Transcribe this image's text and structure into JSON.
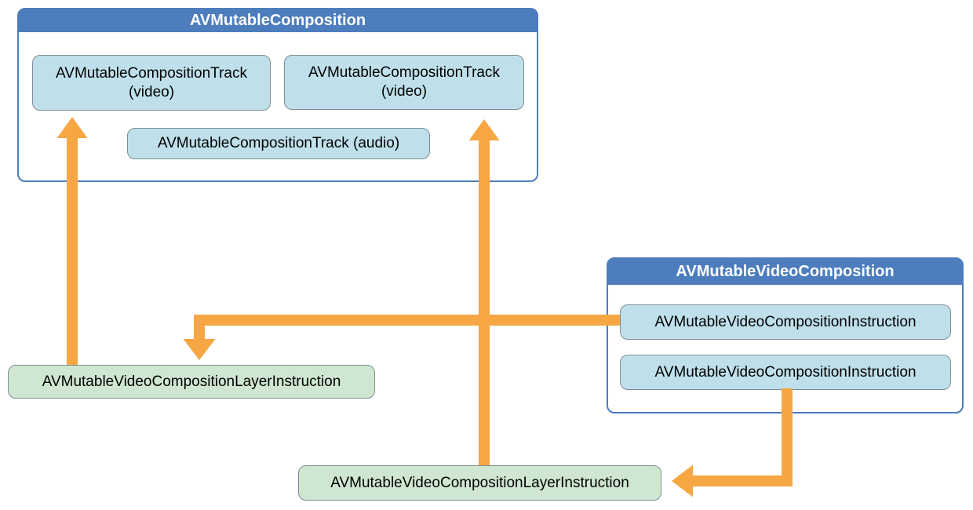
{
  "diagram": {
    "composition": {
      "title": "AVMutableComposition",
      "tracks": [
        {
          "label": "AVMutableCompositionTrack",
          "sublabel": "(video)"
        },
        {
          "label": "AVMutableCompositionTrack",
          "sublabel": "(video)"
        },
        {
          "label": "AVMutableCompositionTrack (audio)"
        }
      ]
    },
    "video_composition": {
      "title": "AVMutableVideoComposition",
      "instructions": [
        {
          "label": "AVMutableVideoCompositionInstruction"
        },
        {
          "label": "AVMutableVideoCompositionInstruction"
        }
      ]
    },
    "layer_instructions": [
      {
        "label": "AVMutableVideoCompositionLayerInstruction"
      },
      {
        "label": "AVMutableVideoCompositionLayerInstruction"
      }
    ],
    "arrows": [
      {
        "name": "layer-instruction-left-to-video-track-1"
      },
      {
        "name": "layer-instruction-bottom-to-video-track-2"
      },
      {
        "name": "instruction-1-to-layer-instruction-left"
      },
      {
        "name": "instruction-2-to-layer-instruction-bottom"
      }
    ],
    "colors": {
      "header_blue": "#4d7dbd",
      "box_blue": "#bfe0eb",
      "box_green": "#cfe7d0",
      "arrow_orange": "#f6a643",
      "border_gray": "#7f8d94"
    }
  }
}
